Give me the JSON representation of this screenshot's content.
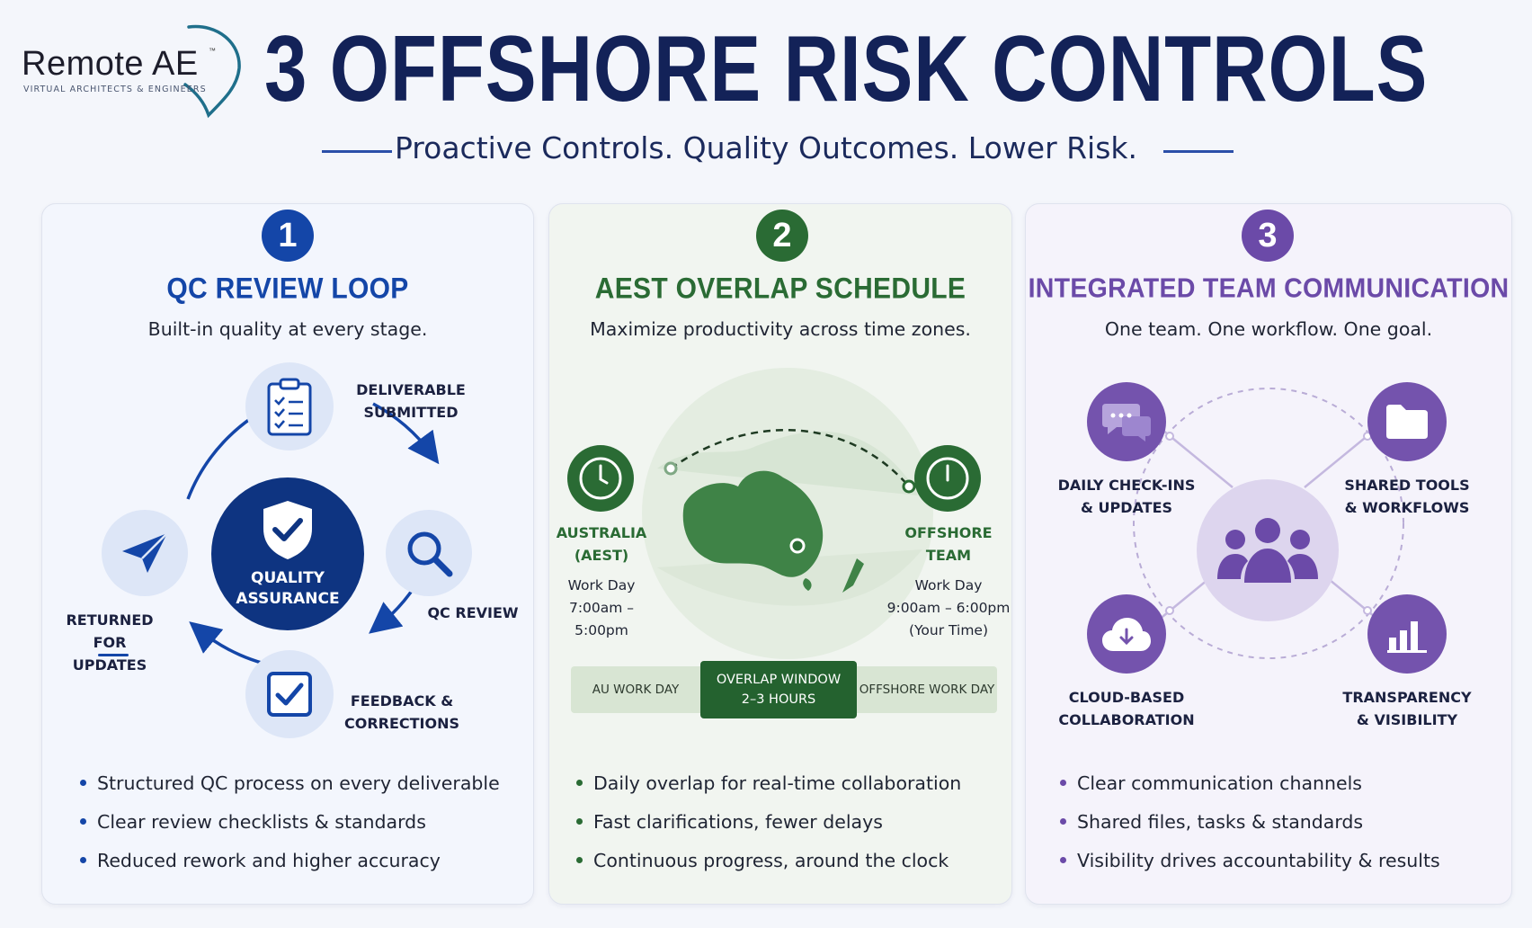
{
  "logo": {
    "name": "Remote AE",
    "tm": "™",
    "subtitle": "VIRTUAL ARCHITECTS & ENGINEERS"
  },
  "title": "3 OFFSHORE RISK CONTROLS",
  "tagline": "Proactive Controls. Quality Outcomes. Lower Risk.",
  "colors": {
    "blue": "#1446a8",
    "navy": "#0e3481",
    "green": "#2a6b34",
    "purple": "#6b4aa8"
  },
  "cards": [
    {
      "number": "1",
      "title": "QC REVIEW LOOP",
      "subtitle": "Built-in quality at every stage.",
      "center": [
        "QUALITY",
        "ASSURANCE"
      ],
      "labels": {
        "submitted": [
          "DELIVERABLE",
          "SUBMITTED"
        ],
        "review": "QC REVIEW",
        "feedback": [
          "FEEDBACK &",
          "CORRECTIONS"
        ],
        "returned": [
          "RETURNED FOR",
          "UPDATES"
        ]
      },
      "icons": [
        "clipboard-check-icon",
        "magnifier-icon",
        "checkbox-icon",
        "paper-plane-icon",
        "shield-check-icon"
      ],
      "bullets": [
        "Structured QC process on every deliverable",
        "Clear review checklists & standards",
        "Reduced rework and higher accuracy"
      ]
    },
    {
      "number": "2",
      "title": "AEST OVERLAP SCHEDULE",
      "subtitle": "Maximize productivity across time zones.",
      "au": {
        "name": [
          "AUSTRALIA",
          "(AEST)"
        ],
        "day": "Work Day",
        "hours": "7:00am – 5:00pm"
      },
      "offshore": {
        "name": [
          "OFFSHORE",
          "TEAM"
        ],
        "day": "Work Day",
        "hours": "9:00am – 6:00pm",
        "note": "(Your Time)"
      },
      "timeline": {
        "au": "AU WORK DAY",
        "overlap": [
          "OVERLAP WINDOW",
          "2–3 HOURS"
        ],
        "offshore": "OFFSHORE WORK DAY"
      },
      "icons": [
        "clock-icon",
        "globe-map-icon"
      ],
      "bullets": [
        "Daily overlap for real-time collaboration",
        "Fast clarifications, fewer delays",
        "Continuous progress, around the clock"
      ]
    },
    {
      "number": "3",
      "title": "INTEGRATED TEAM COMMUNICATION",
      "subtitle": "One team. One workflow. One goal.",
      "nodes": {
        "checkins": [
          "DAILY CHECK-INS",
          "& UPDATES"
        ],
        "tools": [
          "SHARED TOOLS",
          "& WORKFLOWS"
        ],
        "cloud": [
          "CLOUD-BASED",
          "COLLABORATION"
        ],
        "transparency": [
          "TRANSPARENCY",
          "& VISIBILITY"
        ]
      },
      "icons": [
        "chat-bubbles-icon",
        "folder-icon",
        "cloud-upload-icon",
        "bar-chart-icon",
        "team-icon"
      ],
      "bullets": [
        "Clear communication channels",
        "Shared files, tasks & standards",
        "Visibility drives accountability & results"
      ]
    }
  ]
}
